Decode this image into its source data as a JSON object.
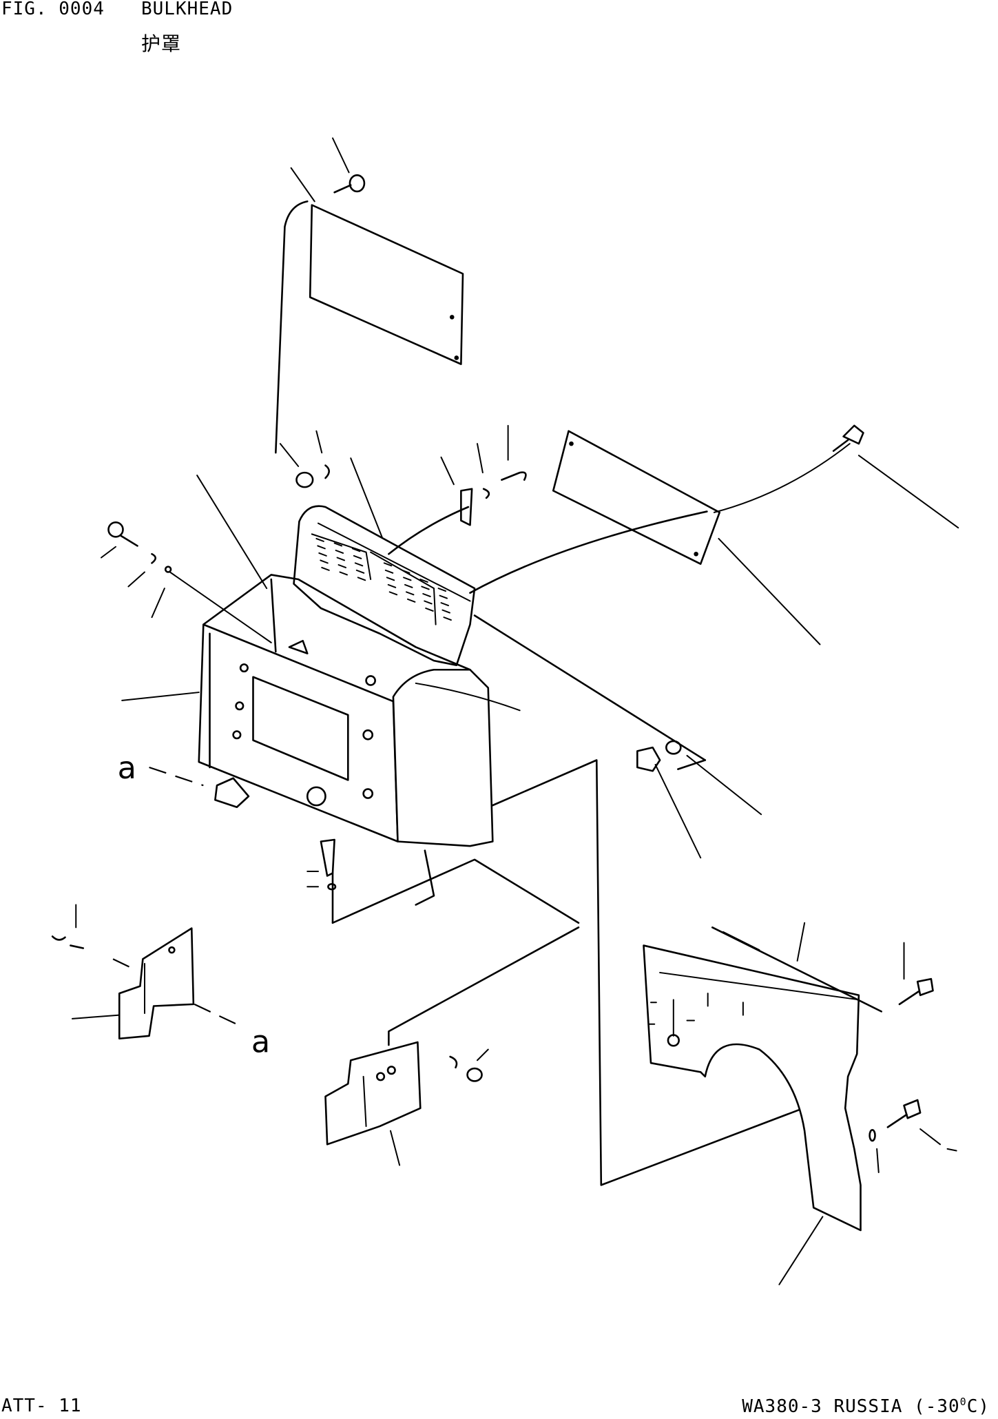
{
  "header": {
    "fig_number": "FIG. 0004",
    "title": "BULKHEAD",
    "subtitle": "护罩"
  },
  "callouts": {
    "label_a_left": "a",
    "label_a_bottom": "a"
  },
  "footer": {
    "page_id": "ATT- 11",
    "model_text": "WA380-3 RUSSIA (-30",
    "degree_sup": "0",
    "unit_close": "C)"
  }
}
